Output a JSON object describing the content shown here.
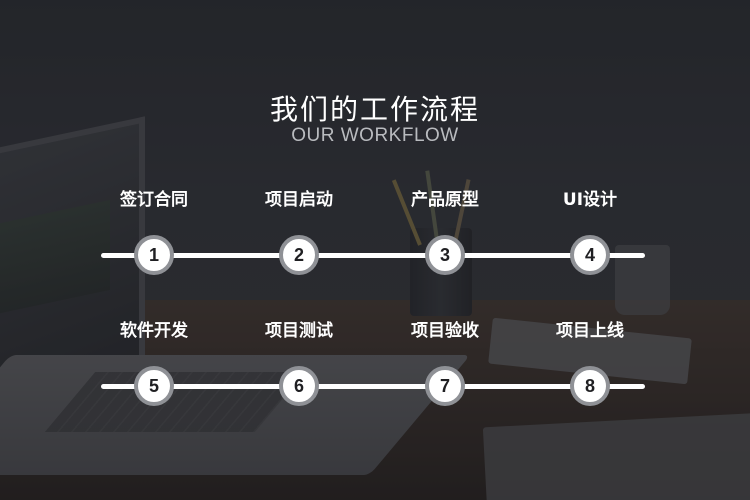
{
  "header": {
    "title": "我们的工作流程",
    "subtitle": "OUR WORKFLOW"
  },
  "workflow": {
    "row1": [
      {
        "number": "1",
        "label": "签订合同"
      },
      {
        "number": "2",
        "label": "项目启动"
      },
      {
        "number": "3",
        "label": "产品原型"
      },
      {
        "number": "4",
        "label": "UI设计"
      }
    ],
    "row2": [
      {
        "number": "5",
        "label": "软件开发"
      },
      {
        "number": "6",
        "label": "项目测试"
      },
      {
        "number": "7",
        "label": "项目验收"
      },
      {
        "number": "8",
        "label": "项目上线"
      }
    ]
  },
  "colors": {
    "text": "#ffffff",
    "subtitle": "#b9bbbf",
    "line": "#ffffff",
    "circle_fill": "#ffffff",
    "circle_border": "#8f9196",
    "number": "#1f1f22"
  }
}
